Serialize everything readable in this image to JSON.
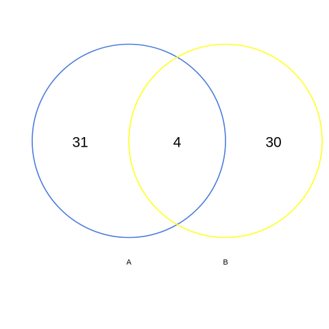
{
  "chart_data": {
    "type": "venn",
    "sets": [
      {
        "label": "A",
        "color": "#4a7bdc"
      },
      {
        "label": "B",
        "color": "#ffff1a"
      }
    ],
    "regions": {
      "A_only": "31",
      "A_and_B": "4",
      "B_only": "30"
    }
  }
}
